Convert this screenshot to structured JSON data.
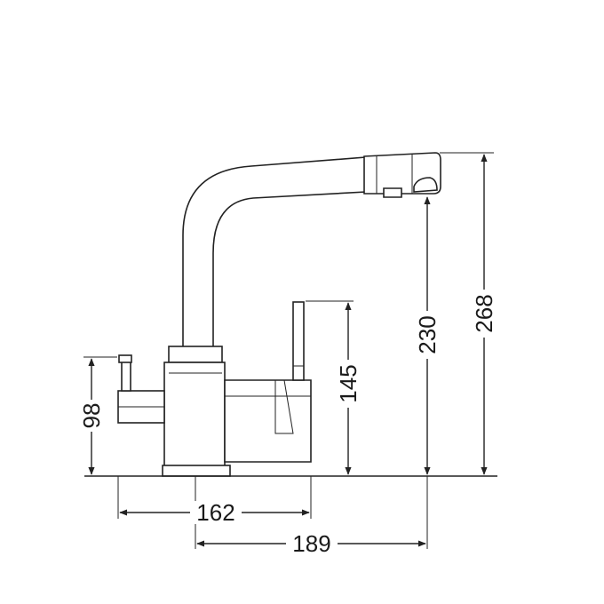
{
  "diagram": {
    "dimensions": {
      "d98": "98",
      "d145": "145",
      "d230": "230",
      "d268": "268",
      "d162": "162",
      "d189": "189"
    },
    "colors": {
      "line": "#222222",
      "text": "#1a1a1a",
      "background": "#ffffff"
    },
    "arrow_icon": "arrowhead-icon"
  }
}
